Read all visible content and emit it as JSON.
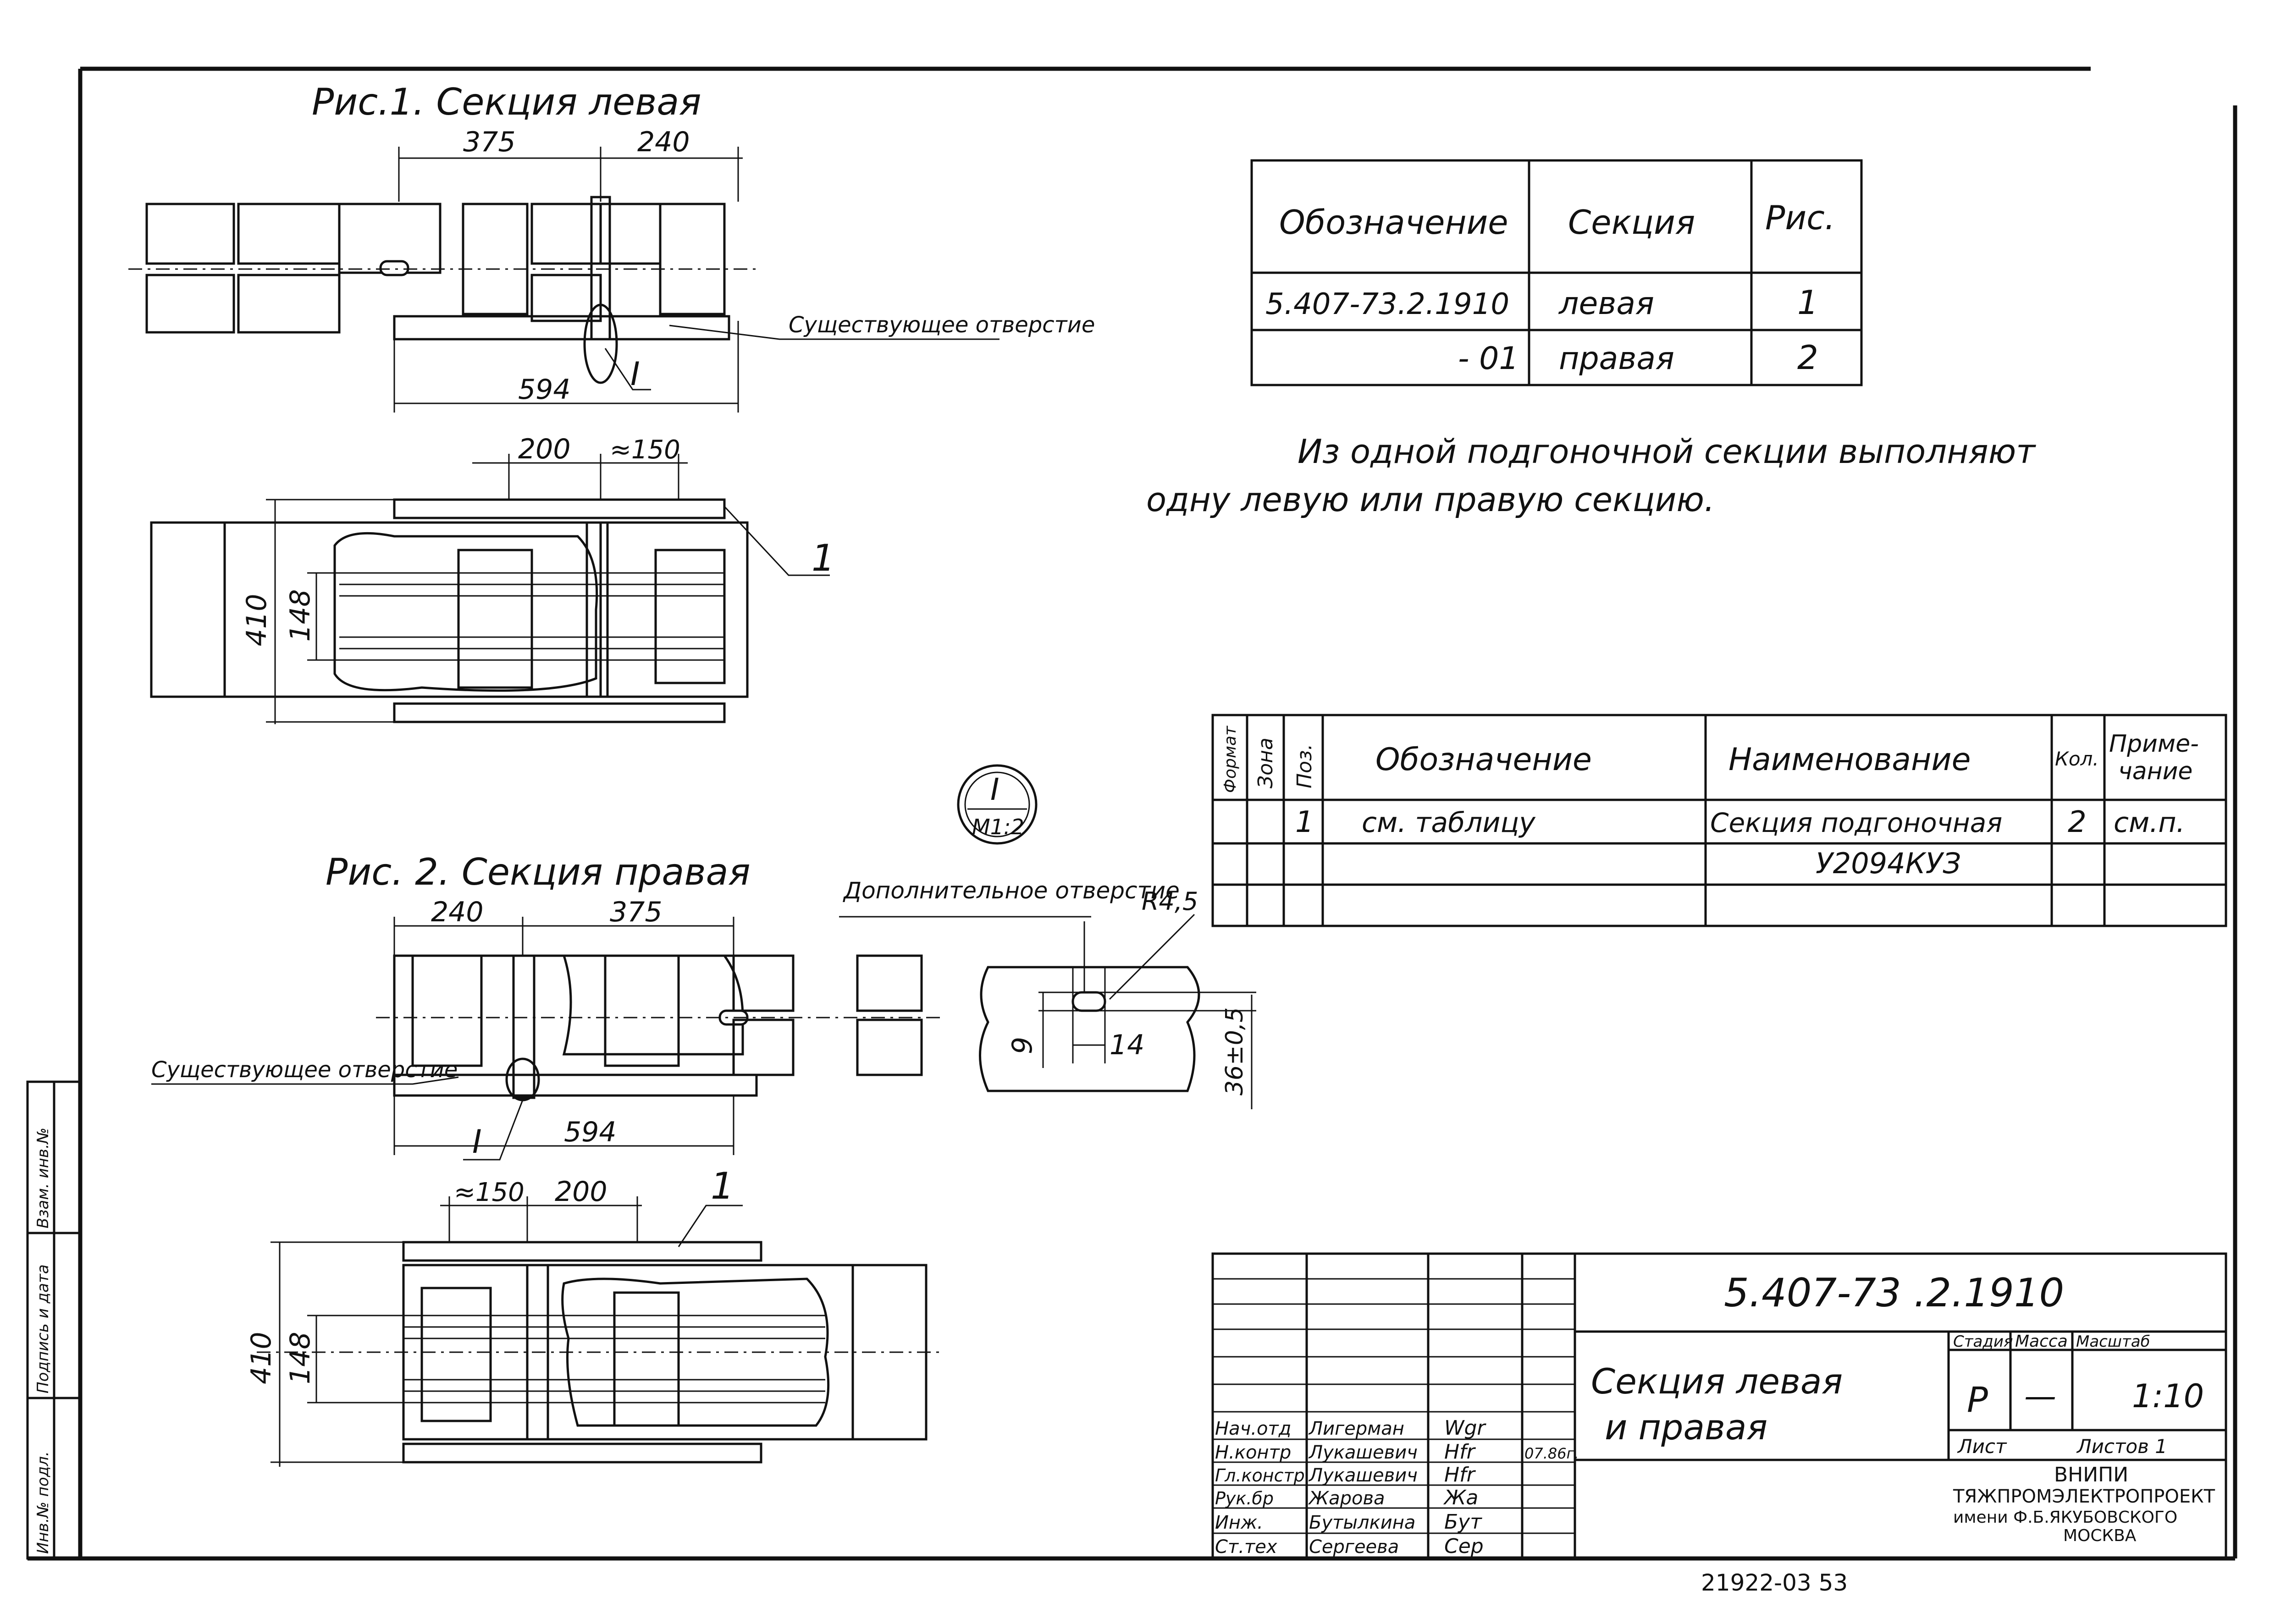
{
  "fig1": {
    "title": "Рис.1. Секция левая",
    "dim_375": "375",
    "dim_240": "240",
    "dim_594": "594",
    "existing_hole": "Существующее отверстие",
    "callout": "I",
    "dim_200": "200",
    "dim_150": "≈150",
    "dim_410": "410",
    "dim_148": "148",
    "pos": "1"
  },
  "fig2": {
    "title": "Рис. 2. Секция правая",
    "dim_240": "240",
    "dim_375": "375",
    "dim_594": "594",
    "existing_hole": "Существующее отверстие",
    "callout": "I",
    "dim_150": "≈150",
    "dim_200": "200",
    "dim_410": "410",
    "dim_148": "148",
    "pos": "1"
  },
  "detail": {
    "badge_top": "I",
    "badge_bottom": "M1:2",
    "additional_hole": "Дополнительное отверстие",
    "radius": "R4,5",
    "dim_9": "9",
    "dim_14": "14",
    "dim_36": "36±0,5"
  },
  "variant_table": {
    "headers": [
      "Обозначение",
      "Секция",
      "Рис."
    ],
    "rows": [
      [
        "5.407-73.2.1910",
        "левая",
        "1"
      ],
      [
        "- 01",
        "правая",
        "2"
      ]
    ]
  },
  "note": {
    "line1": "Из одной подгоночной секции выполняют",
    "line2": "одну левую или правую секцию."
  },
  "spec_table": {
    "headers": [
      "Формат",
      "Зона",
      "Поз.",
      "Обозначение",
      "Наименование",
      "Кол.",
      "Приме-",
      "чание"
    ],
    "row1": [
      "1",
      "см. таблицу",
      "Секция подгоночная",
      "2",
      "см.п."
    ],
    "row2_name": "У2094КУЗ"
  },
  "title_block": {
    "code": "5.407-73 .2.1910",
    "name_line1": "Секция левая",
    "name_line2": "и правая",
    "stage_label": "Стадия",
    "mass_label": "Масса",
    "scale_label": "Масштаб",
    "stage": "Р",
    "mass": "—",
    "scale": "1:10",
    "sheet_label": "Лист",
    "sheets_label": "Листов 1",
    "org_line1": "ВНИПИ",
    "org_line2": "ТЯЖПРОМЭЛЕКТРОПРОЕКТ",
    "org_line3": "имени Ф.Б.ЯКУБОВСКОГО",
    "org_line4": "МОСКВА",
    "date": "07.86г.",
    "staff": [
      {
        "role": "Нач.отд",
        "name": "Лигерман",
        "sign": "Wgr"
      },
      {
        "role": "Н.контр",
        "name": "Лукашевич",
        "sign": "Hfr"
      },
      {
        "role": "Гл.констр",
        "name": "Лукашевич",
        "sign": "Hfr"
      },
      {
        "role": "Рук.бр",
        "name": "Жарова",
        "sign": "Жа"
      },
      {
        "role": "Инж.",
        "name": "Бутылкина",
        "sign": "Бут"
      },
      {
        "role": "Ст.тех",
        "name": "Сергеева",
        "sign": "Сер"
      }
    ]
  },
  "side_stamp": {
    "inv_orig": "Инв.№ подл.",
    "sign_date": "Подпись и дата",
    "inv_repl": "Взам. инв.№"
  },
  "footer": "21922-03   53"
}
